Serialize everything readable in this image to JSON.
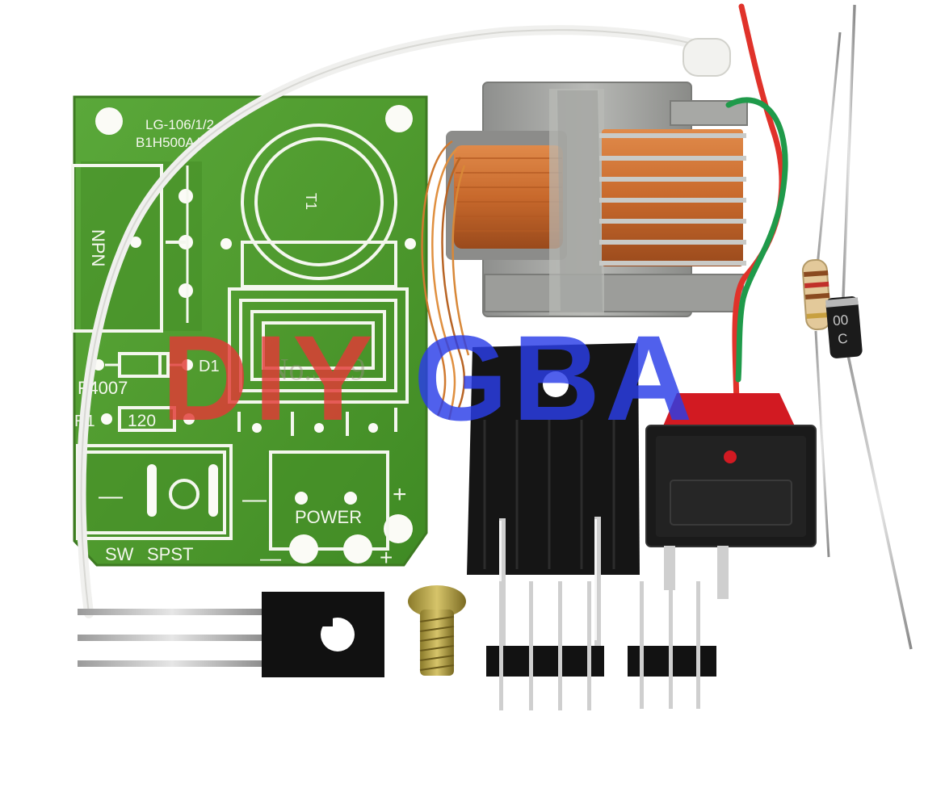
{
  "pcb": {
    "model_line1": "LG-106/1/2",
    "model_line2": "B1H500AA",
    "label_t1": "T1",
    "label_npn": "NPN",
    "label_d1": "D1",
    "label_diode_part": "F4007",
    "label_r1": "R1",
    "label_resistor_value": "120",
    "label_minus": "—",
    "label_power": "POWER",
    "label_plus": "+",
    "label_sw": "SW",
    "label_spst": "SPST"
  },
  "diode_label_line1": "00",
  "diode_label_line2": "C",
  "watermark": {
    "text_red": "DIY",
    "text_blue": "GBA",
    "red_color": "#e23a36",
    "blue_color": "#2a3ee8",
    "fine_print": "No.3 19"
  },
  "colors": {
    "pcb_green": "#4f9a2e",
    "copper": "#c8692c",
    "heatsink": "#141414",
    "bobbin": "#a9aaa8"
  }
}
